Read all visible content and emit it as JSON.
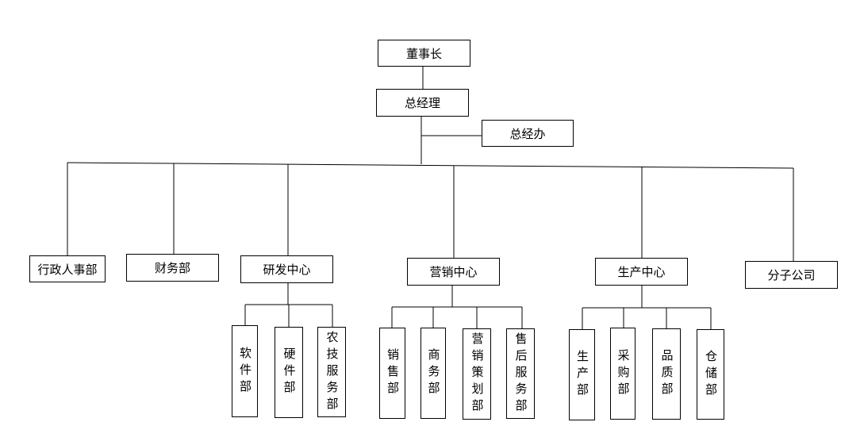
{
  "nodes": {
    "chairman": "董事长",
    "general_manager": "总经理",
    "gm_office": "总经办",
    "admin_hr": "行政人事部",
    "finance": "财务部",
    "rnd_center": "研发中心",
    "software": "软件部",
    "hardware": "硬件部",
    "agri_tech": "农技服务部",
    "marketing_center": "营销中心",
    "sales": "销售部",
    "business": "商务部",
    "marketing_planning": "营销策划部",
    "after_sales": "售后服务部",
    "production_center": "生产中心",
    "production": "生产部",
    "procurement": "采购部",
    "quality": "品质部",
    "warehouse": "仓储部",
    "branch": "分子公司"
  },
  "colors": {
    "line": "#000000",
    "box_border": "#000000",
    "background": "#ffffff"
  }
}
